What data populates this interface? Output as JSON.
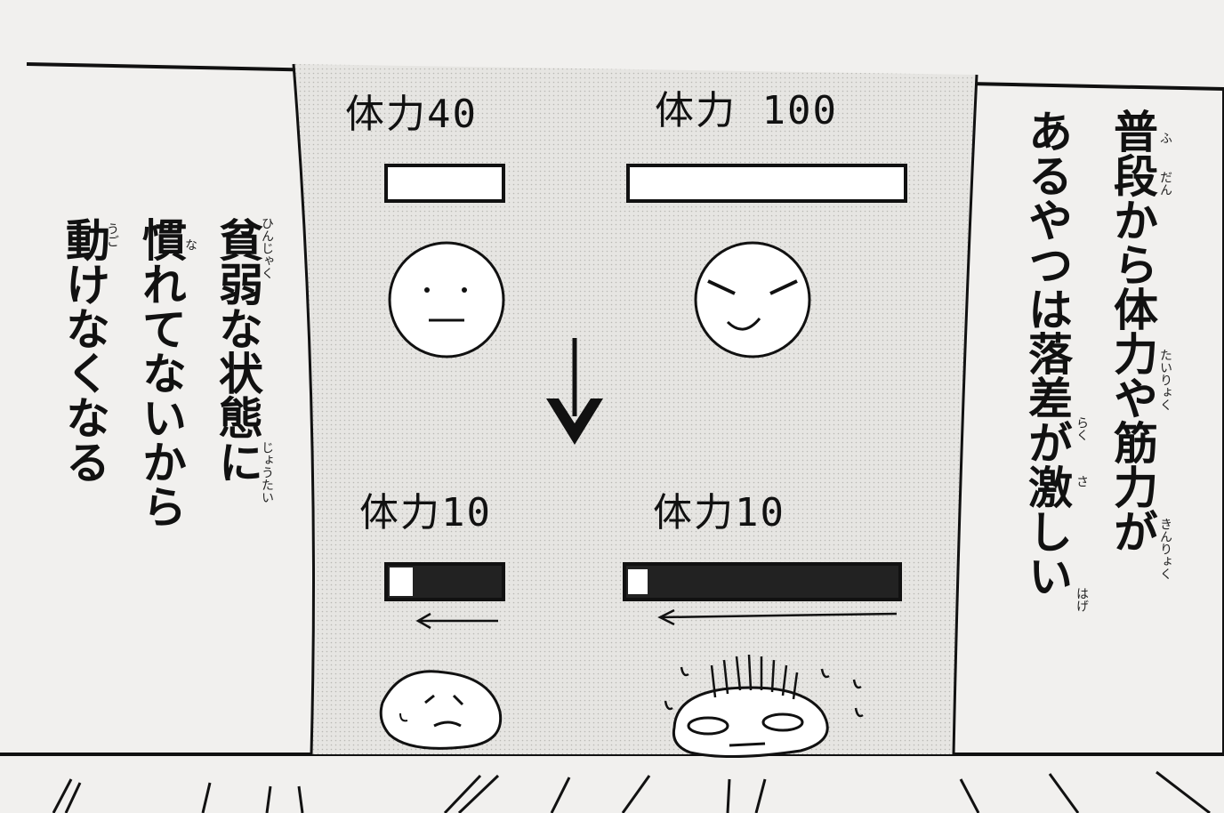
{
  "left_caption": {
    "lines": [
      "貧弱な状態に",
      "慣れてないから",
      "動けなくなる"
    ],
    "ruby": [
      "ひんじゃく",
      "じょうたい",
      "な",
      "うご"
    ]
  },
  "right_caption": {
    "lines": [
      "普段から体力や筋力が",
      "あるやつは落差が激しい"
    ],
    "ruby": [
      "ふ",
      "だん",
      "たいりょく",
      "きんりょく",
      "らく",
      "さ",
      "はげ"
    ]
  },
  "diagram": {
    "before": [
      {
        "label": "体力40",
        "stamina": 1.0
      },
      {
        "label": "体力 100",
        "stamina": 1.0
      }
    ],
    "after": [
      {
        "label": "体力10",
        "stamina": 0.25
      },
      {
        "label": "体力10",
        "stamina": 0.1
      }
    ]
  },
  "colors": {
    "paper": "#f1f0ee",
    "panel": "#e6e5e2",
    "ink": "#111111"
  }
}
